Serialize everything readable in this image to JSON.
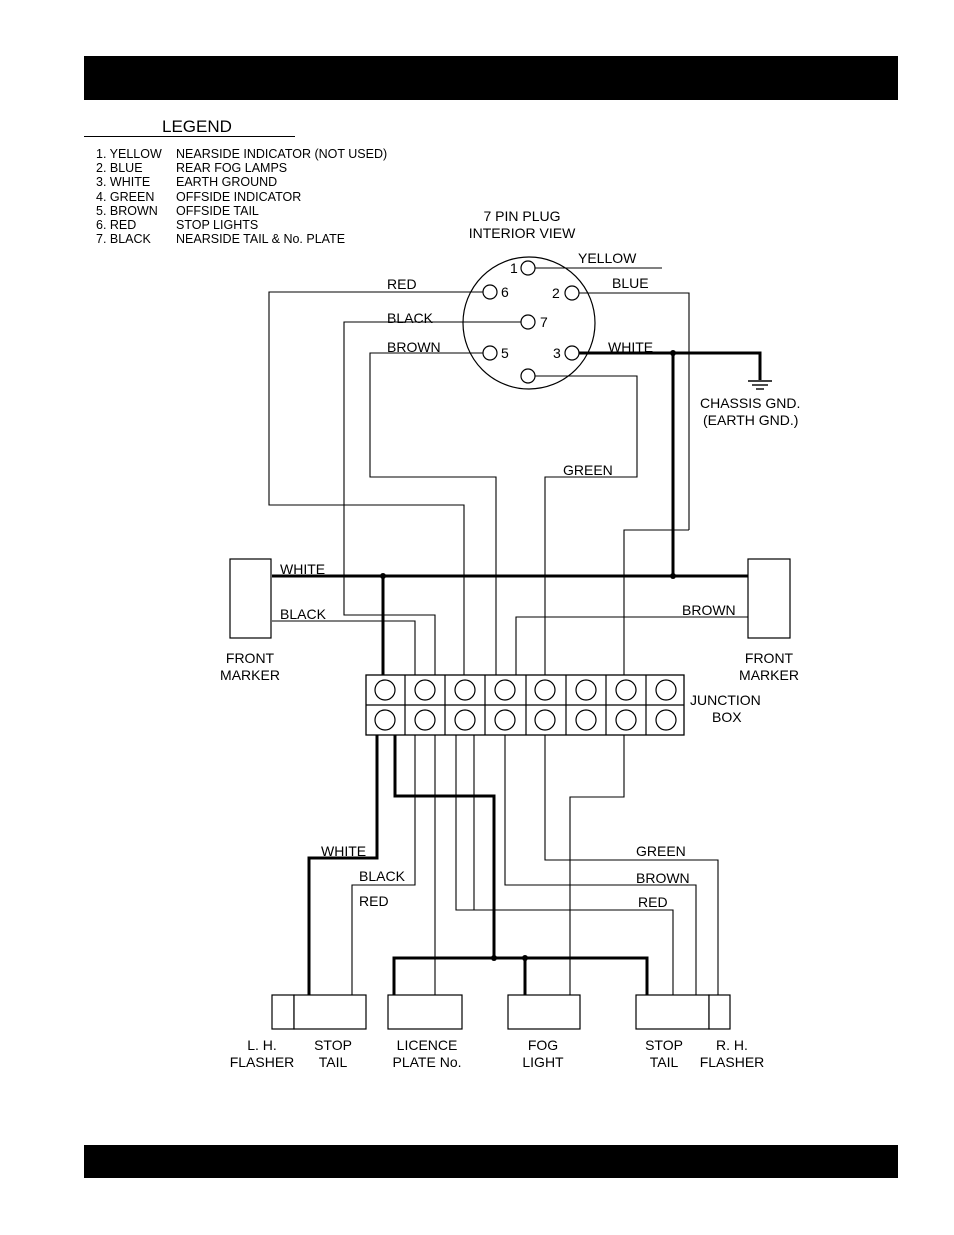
{
  "legend": {
    "title": "LEGEND",
    "items": [
      {
        "number": "1. YELLOW",
        "function": "NEARSIDE INDICATOR (NOT USED)"
      },
      {
        "number": "2. BLUE",
        "function": "REAR FOG LAMPS"
      },
      {
        "number": "3. WHITE",
        "function": "EARTH GROUND"
      },
      {
        "number": "4. GREEN",
        "function": "OFFSIDE INDICATOR"
      },
      {
        "number": "5. BROWN",
        "function": "OFFSIDE TAIL"
      },
      {
        "number": "6. RED",
        "function": "STOP LIGHTS"
      },
      {
        "number": "7. BLACK",
        "function": "NEARSIDE TAIL & No. PLATE"
      }
    ]
  },
  "plug": {
    "title_line1": "7 PIN PLUG",
    "title_line2": "INTERIOR VIEW",
    "pin1": "1",
    "pin2": "2",
    "pin3": "3",
    "pin5": "5",
    "pin6": "6",
    "pin7": "7"
  },
  "ground": {
    "line1": "CHASSIS GND.",
    "line2": "(EARTH GND.)"
  },
  "wire_labels": {
    "yellow": "YELLOW",
    "blue": "BLUE",
    "red": "RED",
    "black": "BLACK",
    "brown": "BROWN",
    "white": "WHITE",
    "green": "GREEN"
  },
  "components": {
    "front_marker": {
      "line1": "FRONT",
      "line2": "MARKER"
    },
    "junction_box": {
      "line1": "JUNCTION",
      "line2": "BOX"
    },
    "lh_flasher": {
      "line1": "L. H.",
      "line2": "FLASHER"
    },
    "stop_tail": {
      "line1": "STOP",
      "line2": "TAIL"
    },
    "licence_plate": {
      "line1": "LICENCE",
      "line2": "PLATE  No."
    },
    "fog_light": {
      "line1": "FOG",
      "line2": "LIGHT"
    },
    "rh_flasher": {
      "line1": "R. H.",
      "line2": "FLASHER"
    }
  }
}
